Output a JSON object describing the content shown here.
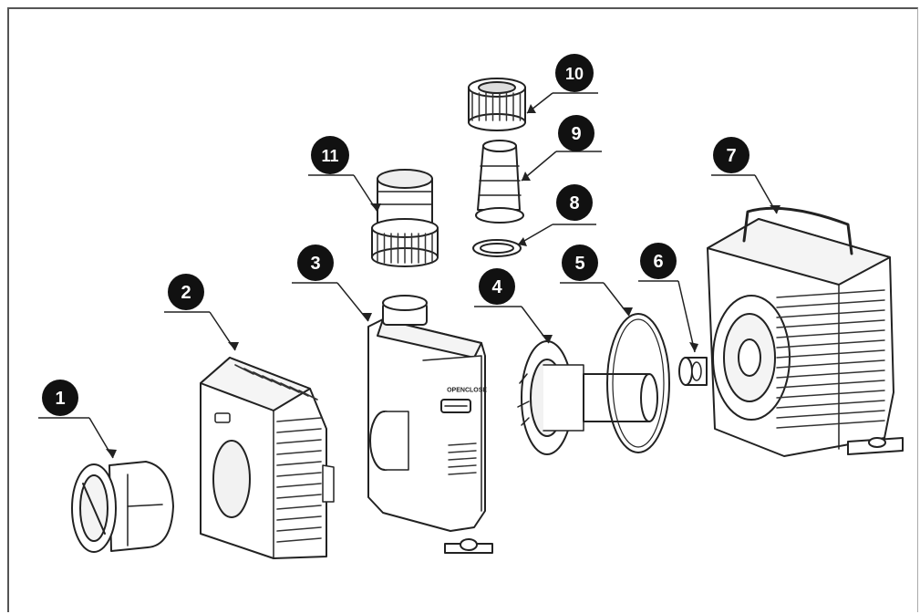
{
  "diagram": {
    "callouts": [
      {
        "id": "1",
        "label": "1"
      },
      {
        "id": "2",
        "label": "2"
      },
      {
        "id": "3",
        "label": "3"
      },
      {
        "id": "4",
        "label": "4"
      },
      {
        "id": "5",
        "label": "5"
      },
      {
        "id": "6",
        "label": "6"
      },
      {
        "id": "7",
        "label": "7"
      },
      {
        "id": "8",
        "label": "8"
      },
      {
        "id": "9",
        "label": "9"
      },
      {
        "id": "10",
        "label": "10"
      },
      {
        "id": "11",
        "label": "11"
      }
    ],
    "valve_labels": {
      "open": "OPEN",
      "close": "CLOSE"
    },
    "colors": {
      "line": "#222222",
      "fill": "#ffffff",
      "callout": "#111111",
      "shade": "#cfcfcf"
    }
  }
}
